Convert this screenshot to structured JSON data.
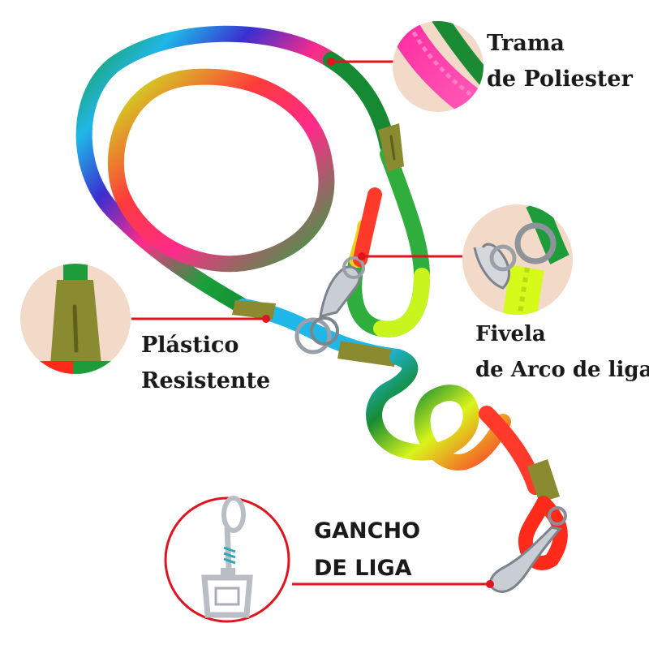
{
  "colors": {
    "callout_line": "#e0141e",
    "callout_bg": "#f3d9c7",
    "plastic": "#8a8a30",
    "ring_metal": "#9aa0a8",
    "text": "#1a1a1a"
  },
  "labels": {
    "trama": {
      "line1": "Trama",
      "line2": "de Poliester"
    },
    "fivela": {
      "line1": "Fivela",
      "line2": "de Arco de liga"
    },
    "plastico": {
      "line1": "Plástico",
      "line2": "Resistente"
    },
    "gancho": {
      "line1": "GANCHO",
      "line2": "DE LIGA"
    }
  },
  "icons": [
    "rope-leash-icon",
    "snap-hook-icon",
    "metal-ring-icon",
    "plastic-sleeve-icon"
  ]
}
